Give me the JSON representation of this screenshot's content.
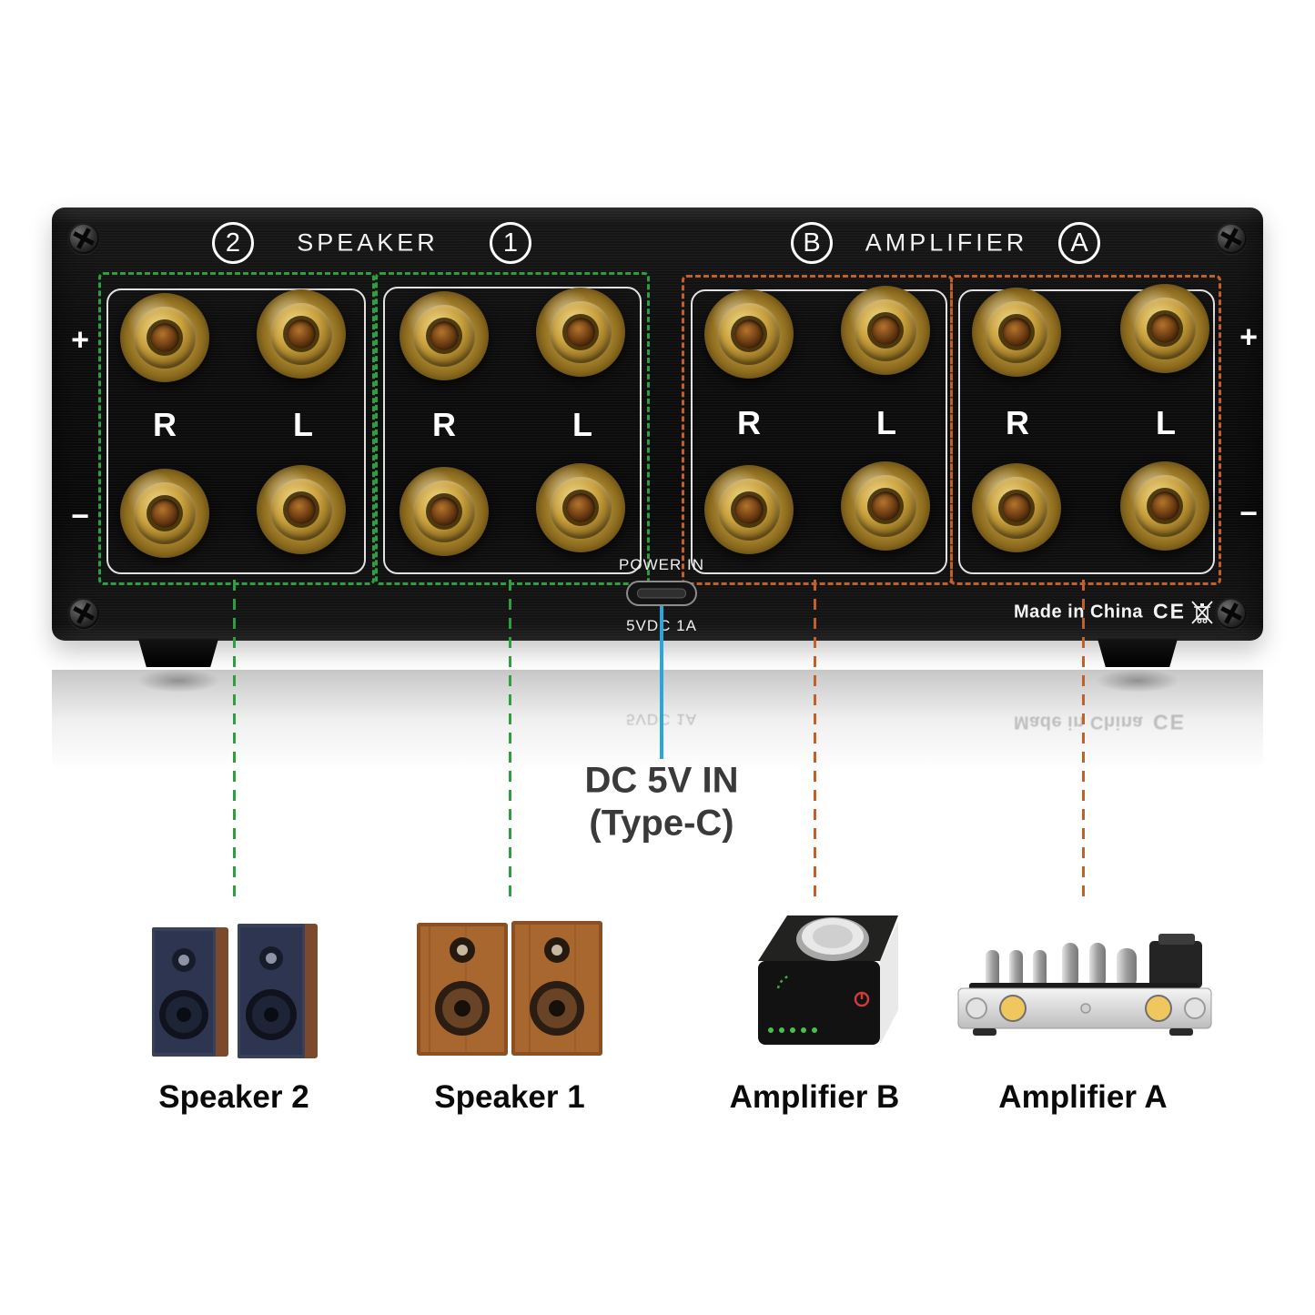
{
  "header": {
    "speaker_label": "SPEAKER",
    "amplifier_label": "AMPLIFIER",
    "badge_speaker2": "2",
    "badge_speaker1": "1",
    "badge_amp_b": "B",
    "badge_amp_a": "A"
  },
  "terminals": {
    "plus": "+",
    "minus": "−",
    "right": "R",
    "left": "L"
  },
  "power": {
    "label": "POWER IN",
    "rating": "5VDC 1A"
  },
  "markings": {
    "made_in": "Made in China",
    "ce": "CE"
  },
  "callout": {
    "line1": "DC 5V IN",
    "line2": "(Type-C)"
  },
  "products": [
    {
      "label": "Speaker 2"
    },
    {
      "label": "Speaker 1"
    },
    {
      "label": "Amplifier B"
    },
    {
      "label": "Amplifier A"
    }
  ],
  "colors": {
    "speaker_dash": "#2f9e41",
    "amplifier_dash": "#c2602a",
    "power_line": "#29a7dd",
    "gold": "#c9a13e"
  }
}
